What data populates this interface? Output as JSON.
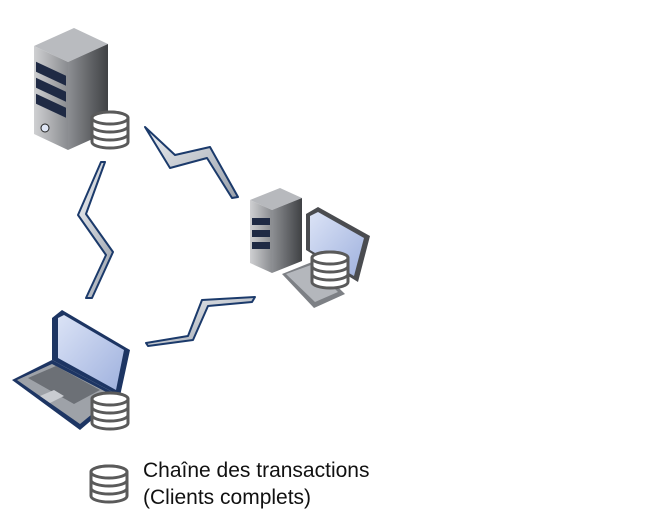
{
  "legend": {
    "line1": "Chaîne des transactions",
    "line2": "(Clients complets)",
    "icon": "database-icon"
  },
  "nodes": [
    {
      "kind": "server",
      "icon": "server-icon",
      "ledger": "database-icon"
    },
    {
      "kind": "desktop",
      "icon": "desktop-computer-icon",
      "ledger": "database-icon"
    },
    {
      "kind": "laptop",
      "icon": "laptop-icon",
      "ledger": "database-icon"
    }
  ],
  "links": [
    "server-desktop",
    "server-laptop",
    "laptop-desktop"
  ],
  "colors": {
    "link_stroke": "#1b3a6b",
    "link_fill": "#c7ccd3",
    "database_stroke": "#5a5a5a",
    "screen": "#b9c7e8"
  }
}
